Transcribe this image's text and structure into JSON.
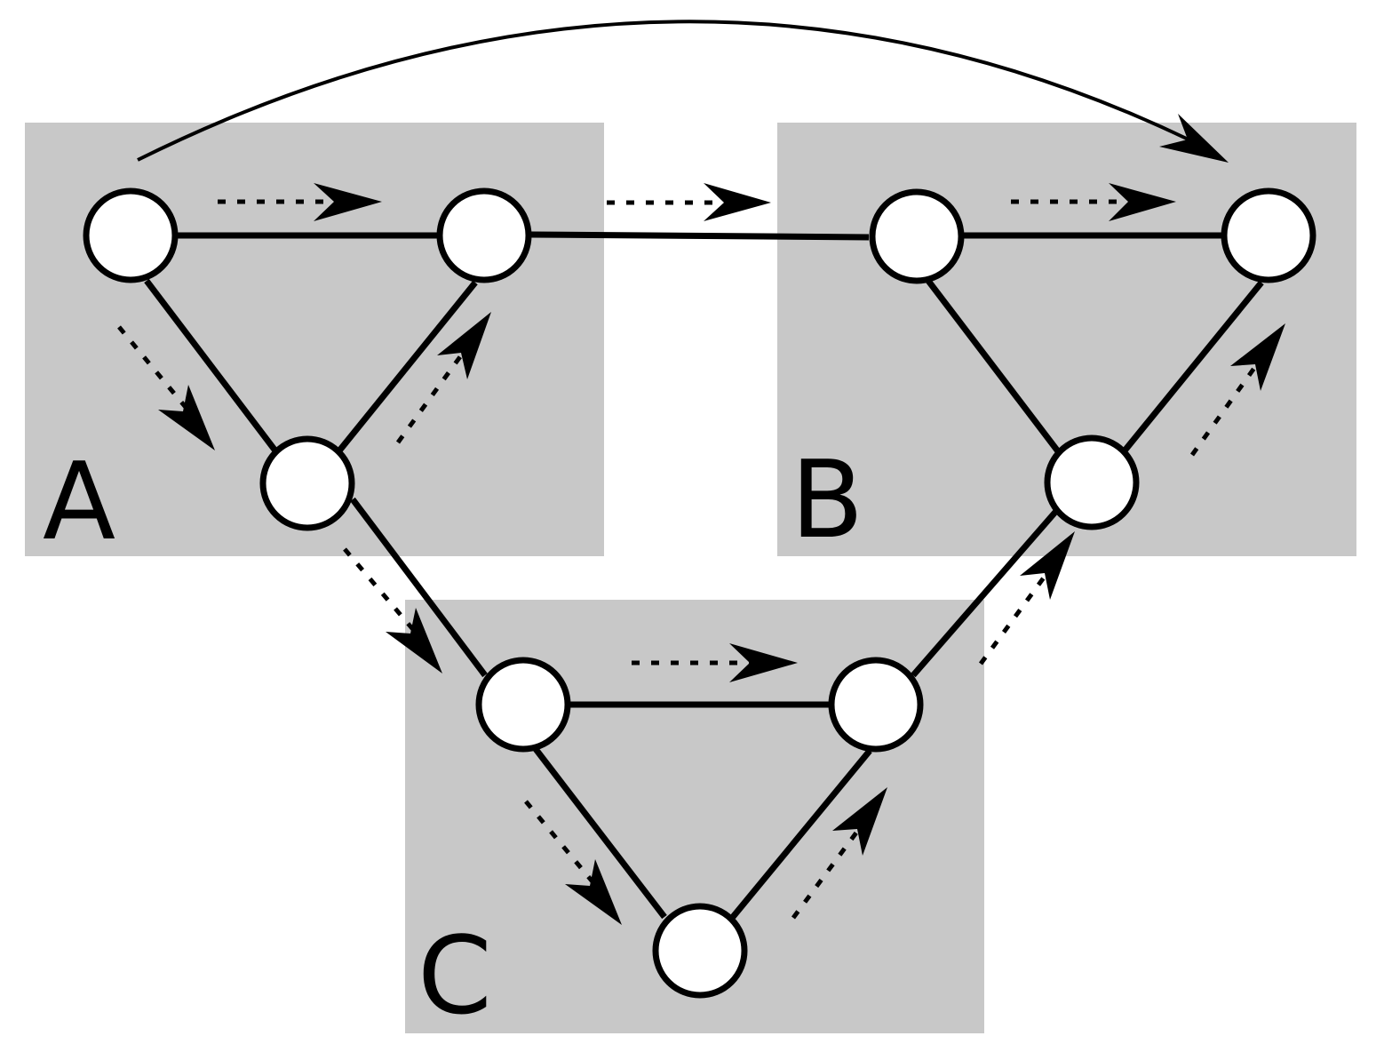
{
  "diagram": {
    "groups": [
      {
        "id": "A",
        "label": "A",
        "fill": "#c8c8c8"
      },
      {
        "id": "B",
        "label": "B",
        "fill": "#c8c8c8"
      },
      {
        "id": "C",
        "label": "C",
        "fill": "#c8c8c8"
      }
    ],
    "node_count": 9,
    "edge_color": "#000000",
    "node_fill": "#ffffff"
  }
}
